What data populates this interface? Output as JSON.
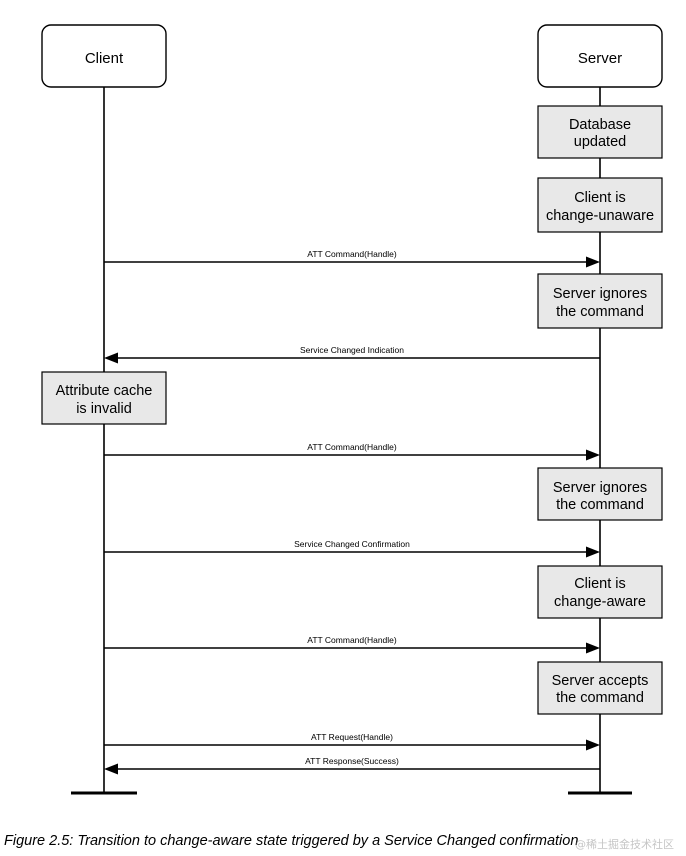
{
  "participants": {
    "client": "Client",
    "server": "Server"
  },
  "states": [
    {
      "owner": "server",
      "lines": [
        "Database",
        "updated"
      ]
    },
    {
      "owner": "server",
      "lines": [
        "Client is",
        "change-unaware"
      ]
    },
    {
      "owner": "server",
      "lines": [
        "Server ignores",
        "the command"
      ]
    },
    {
      "owner": "client",
      "lines": [
        "Attribute cache",
        "is invalid"
      ]
    },
    {
      "owner": "server",
      "lines": [
        "Server ignores",
        "the command"
      ]
    },
    {
      "owner": "server",
      "lines": [
        "Client is",
        "change-aware"
      ]
    },
    {
      "owner": "server",
      "lines": [
        "Server accepts",
        "the command"
      ]
    }
  ],
  "messages": [
    {
      "label": "ATT Command(Handle)",
      "direction": "client-to-server"
    },
    {
      "label": "Service Changed Indication",
      "direction": "server-to-client"
    },
    {
      "label": "ATT Command(Handle)",
      "direction": "client-to-server"
    },
    {
      "label": "Service Changed Confirmation",
      "direction": "client-to-server"
    },
    {
      "label": "ATT Command(Handle)",
      "direction": "client-to-server"
    },
    {
      "label": "ATT Request(Handle)",
      "direction": "client-to-server"
    },
    {
      "label": "ATT Response(Success)",
      "direction": "server-to-client"
    }
  ],
  "caption": "Figure 2.5:  Transition to change-aware state triggered by a Service Changed confirmation",
  "watermark": "@稀土掘金技术社区"
}
